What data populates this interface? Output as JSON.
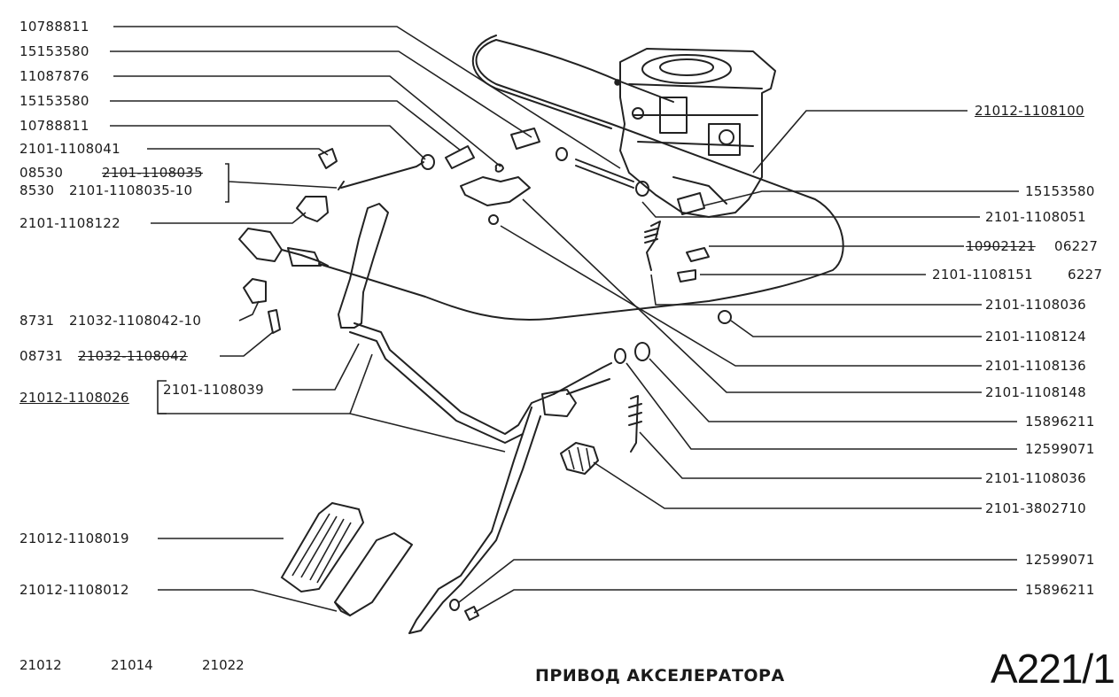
{
  "labels": {
    "l1": "10788811",
    "l2": "15153580",
    "l3": "11087876",
    "l4": "15153580",
    "l5": "10788811",
    "l6": "2101-1108041",
    "l7a": "08530",
    "l7b": "2101-1108035",
    "l8a": "8530",
    "l8b": "2101-1108035-10",
    "l9": "2101-1108122",
    "l10a": "8731",
    "l10b": "21032-1108042-10",
    "l11a": "08731",
    "l11b": "21032-1108042",
    "l12": "21012-1108026",
    "l13": "2101-1108039",
    "l14": "21012-1108019",
    "l15": "21012-1108012",
    "r1": "21012-1108100",
    "r2": "15153580",
    "r3": "2101-1108051",
    "r4a": "10902121",
    "r4b": "06227",
    "r5a": "2101-1108151",
    "r5b": "6227",
    "r6": "2101-1108036",
    "r7": "2101-1108124",
    "r8": "2101-1108136",
    "r9": "2101-1108148",
    "r10": "15896211",
    "r11": "12599071",
    "r12": "2101-1108036",
    "r13": "2101-3802710",
    "r14": "12599071",
    "r15": "15896211"
  },
  "footer": {
    "models": [
      "21012",
      "21014",
      "21022"
    ],
    "title": "ПРИВОД АКСЕЛЕРАТОРА",
    "code": "A221/1"
  }
}
